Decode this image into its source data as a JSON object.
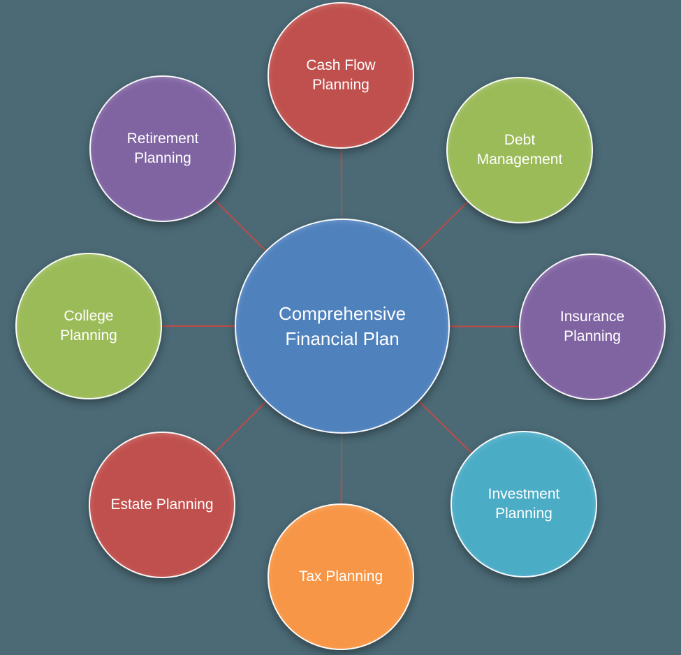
{
  "background_color": "#4B6A76",
  "connector_color": "#BE4B48",
  "center": {
    "label": "Comprehensive Financial Plan",
    "color": "#4F81BD"
  },
  "nodes": [
    {
      "id": "cash-flow-planning",
      "label": "Cash Flow Planning",
      "color": "#C0504D"
    },
    {
      "id": "debt-management",
      "label": "Debt Management",
      "color": "#9BBB59"
    },
    {
      "id": "insurance-planning",
      "label": "Insurance Planning",
      "color": "#8064A2"
    },
    {
      "id": "investment-planning",
      "label": "Investment Planning",
      "color": "#4BACC6"
    },
    {
      "id": "tax-planning",
      "label": "Tax Planning",
      "color": "#F79646"
    },
    {
      "id": "estate-planning",
      "label": "Estate Planning",
      "color": "#C0504D"
    },
    {
      "id": "college-planning",
      "label": "College Planning",
      "color": "#9BBB59"
    },
    {
      "id": "retirement-planning",
      "label": "Retirement Planning",
      "color": "#8064A2"
    }
  ]
}
